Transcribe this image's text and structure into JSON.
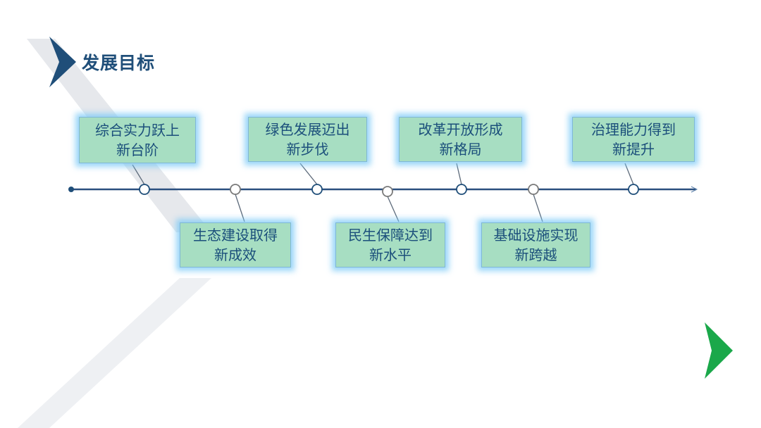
{
  "slide": {
    "title": "发展目标",
    "goals": [
      {
        "line1": "综合实力跃上",
        "line2": "新台阶"
      },
      {
        "line1": "生态建设取得",
        "line2": "新成效"
      },
      {
        "line1": "绿色发展迈出",
        "line2": "新步伐"
      },
      {
        "line1": "民生保障达到",
        "line2": "新水平"
      },
      {
        "line1": "改革开放形成",
        "line2": "新格局"
      },
      {
        "line1": "基础设施实现",
        "line2": "新跨越"
      },
      {
        "line1": "治理能力得到",
        "line2": "新提升"
      }
    ],
    "colors": {
      "navy": "#1f4e79",
      "box": "#a7dec2",
      "green": "#1aa84a"
    }
  }
}
